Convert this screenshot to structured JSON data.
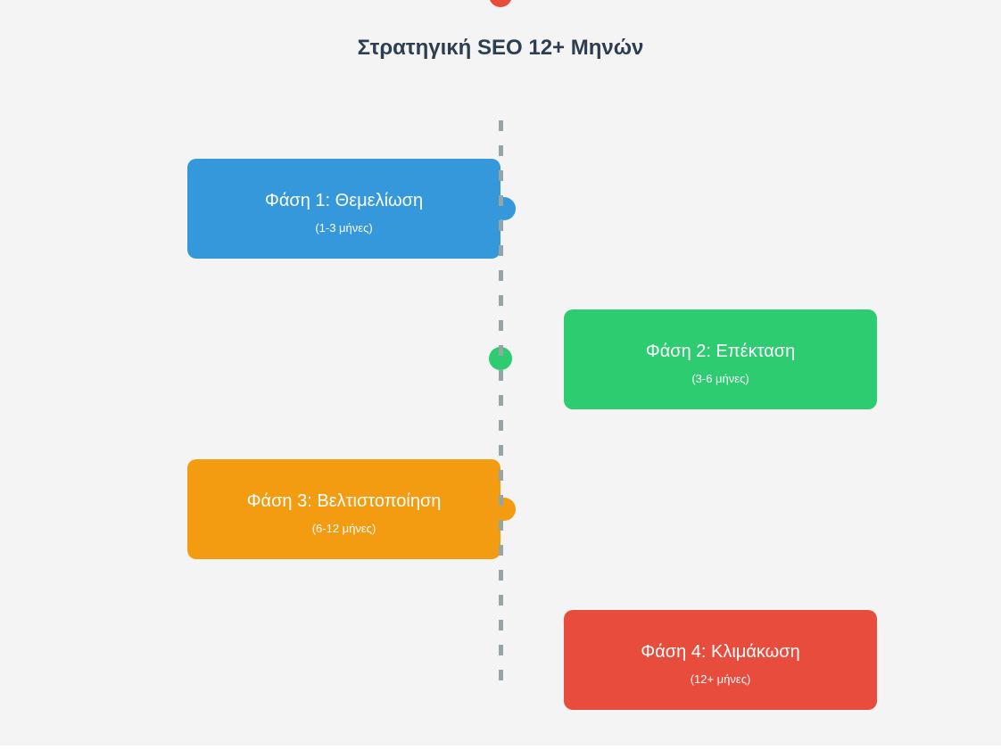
{
  "title": "Στρατηγική SEO 12+ Μηνών",
  "phases": [
    {
      "title": "Φάση 1: Θεμελίωση",
      "duration": "(1-3 μήνες)",
      "color": "#3498db"
    },
    {
      "title": "Φάση 2: Επέκταση",
      "duration": "(3-6 μήνες)",
      "color": "#2ecc71"
    },
    {
      "title": "Φάση 3: Βελτιστοποίηση",
      "duration": "(6-12 μήνες)",
      "color": "#f39c12"
    },
    {
      "title": "Φάση 4: Κλιμάκωση",
      "duration": "(12+ μήνες)",
      "color": "#e74c3c"
    }
  ]
}
